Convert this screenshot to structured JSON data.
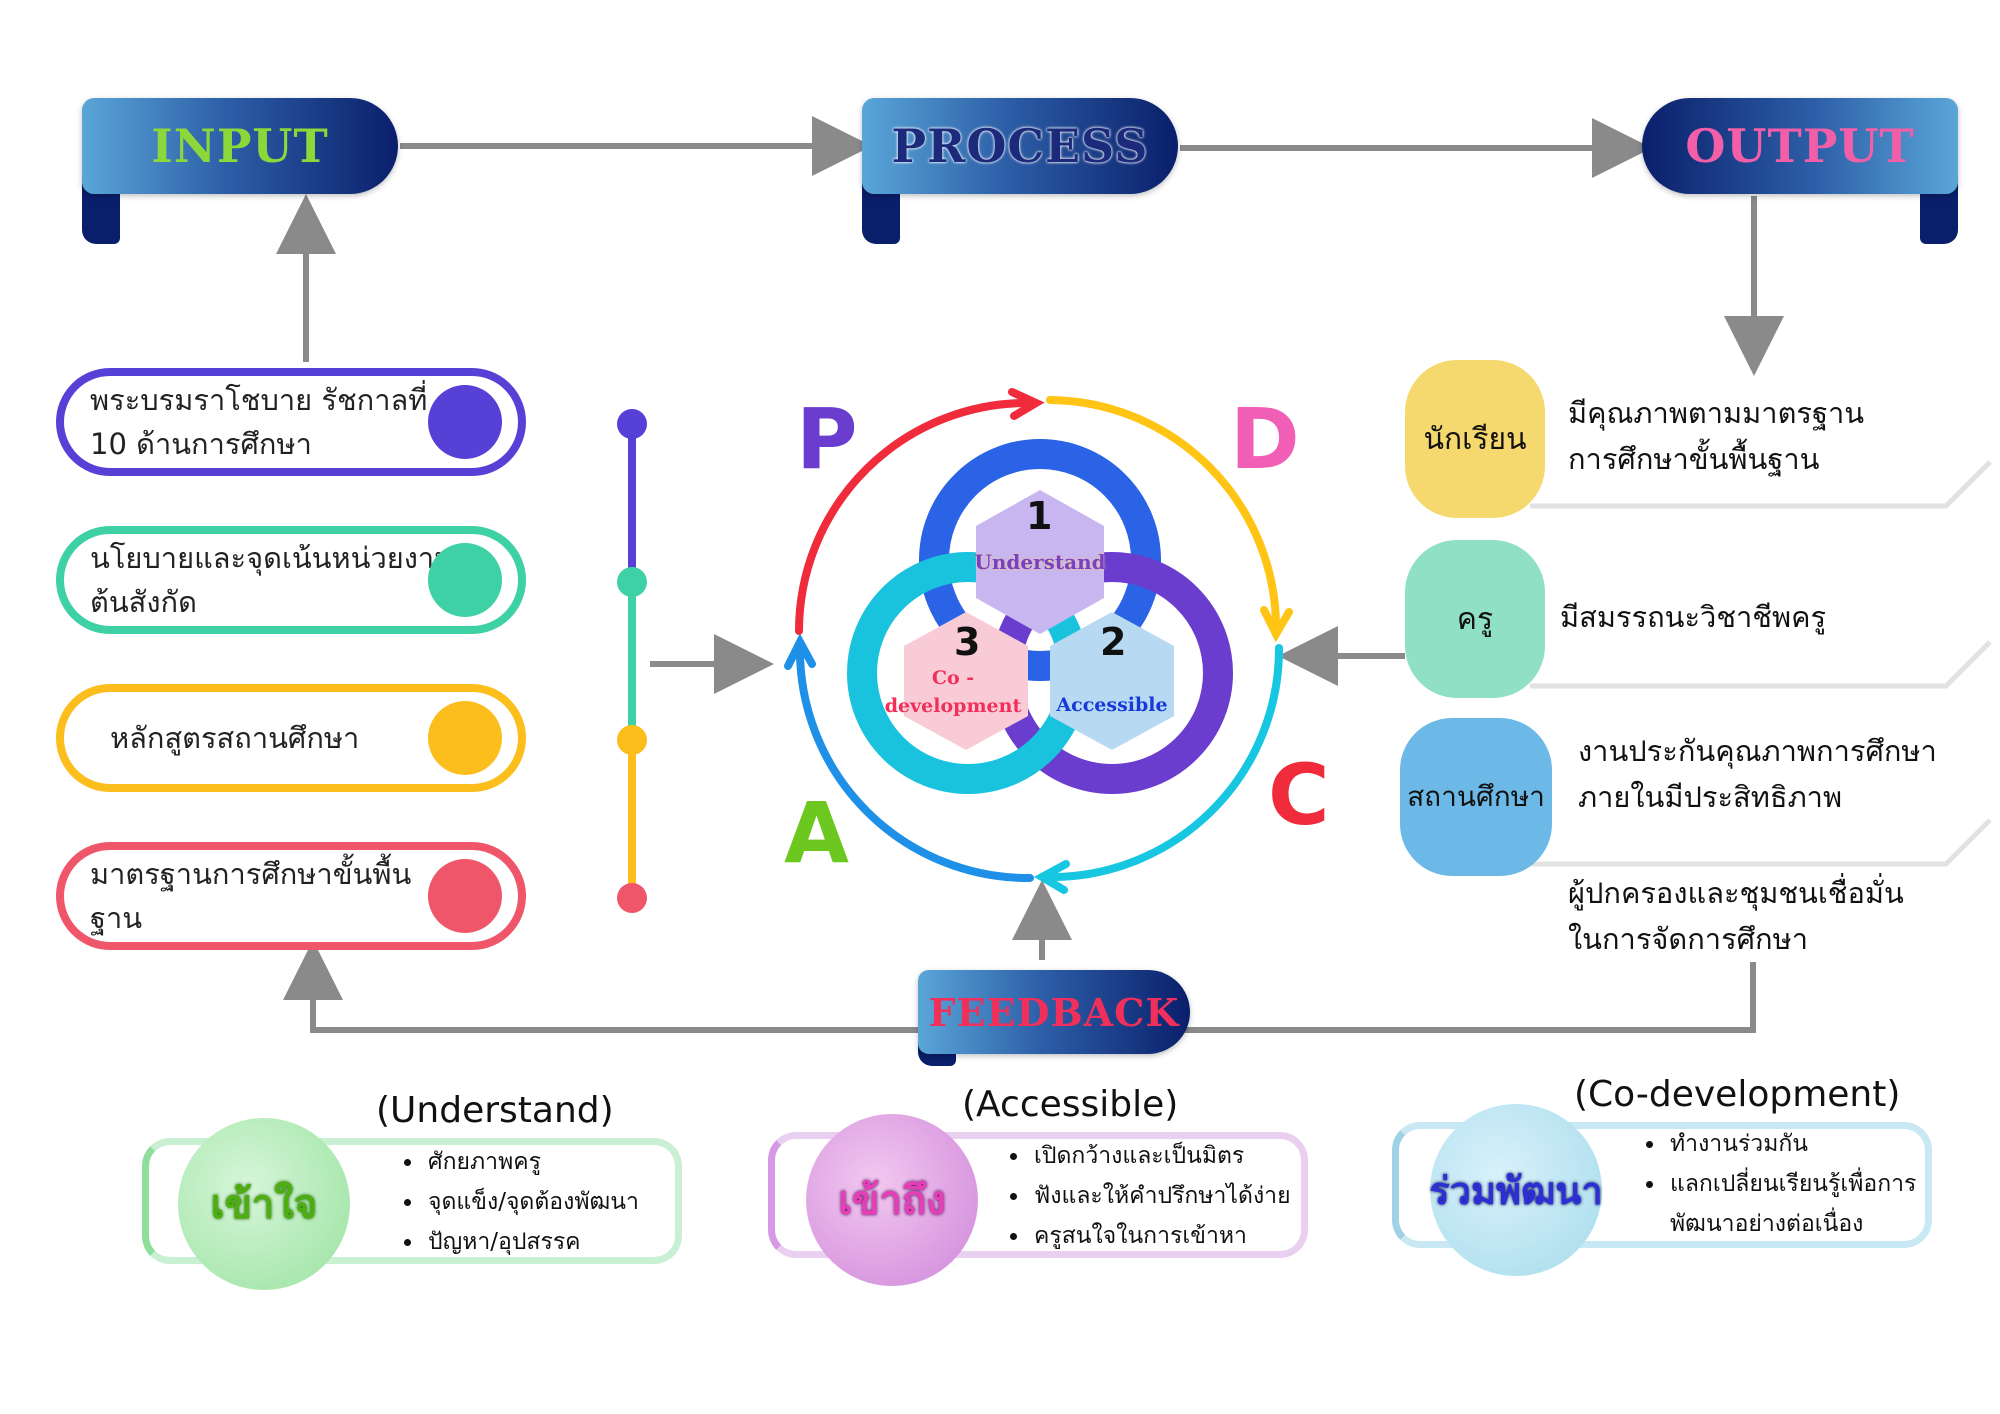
{
  "headers": {
    "input": "INPUT",
    "process": "PROCESS",
    "output": "OUTPUT",
    "feedback": "FEEDBACK"
  },
  "inputs": [
    {
      "text": "พระบรมราโชบาย รัชกาลที่ 10 ด้านการศึกษา",
      "color": "#5640d6"
    },
    {
      "text": "นโยบายและจุดเน้นหน่วยงานต้นสังกัด",
      "color": "#3fd1a6"
    },
    {
      "text": "หลักสูตรสถานศึกษา",
      "color": "#fbbe1c"
    },
    {
      "text": "มาตรฐานการศึกษาขั้นพื้นฐาน",
      "color": "#f0566a"
    }
  ],
  "pdca": {
    "p": "P",
    "d": "D",
    "c": "C",
    "a": "A"
  },
  "core": [
    {
      "num": "1",
      "label": "Understand"
    },
    {
      "num": "2",
      "label": "Accessible"
    },
    {
      "num": "3",
      "label": "Co - development"
    }
  ],
  "outputs": [
    {
      "who": "นักเรียน",
      "text": "มีคุณภาพตามมาตรฐานการศึกษาขั้นพื้นฐาน",
      "color": "#f5d86e"
    },
    {
      "who": "ครู",
      "text": "มีสมรรถนะวิชาชีพครู",
      "color": "#8fe0c4"
    },
    {
      "who": "สถานศึกษา",
      "text": "งานประกันคุณภาพการศึกษาภายในมีประสิทธิภาพ",
      "color": "#6cb9e8"
    }
  ],
  "output_extra": "ผู้ปกครองและชุมชนเชื่อมั่นในการจัดการศึกษา",
  "feedback_cards": [
    {
      "title": "(Understand)",
      "name": "เข้าใจ",
      "items": [
        "ศักยภาพครู",
        "จุดแข็ง/จุดต้องพัฒนา",
        "ปัญหา/อุปสรรค"
      ]
    },
    {
      "title": "(Accessible)",
      "name": "เข้าถึง",
      "items": [
        "เปิดกว้างและเป็นมิตร",
        "ฟังและให้คำปรึกษาได้ง่าย",
        "ครูสนใจในการเข้าหา"
      ]
    },
    {
      "title": "(Co-development)",
      "name": "ร่วมพัฒนา",
      "items": [
        "ทำงานร่วมกัน",
        "แลกเปลี่ยนเรียนรู้เพื่อการพัฒนาอย่างต่อเนื่อง"
      ]
    }
  ]
}
